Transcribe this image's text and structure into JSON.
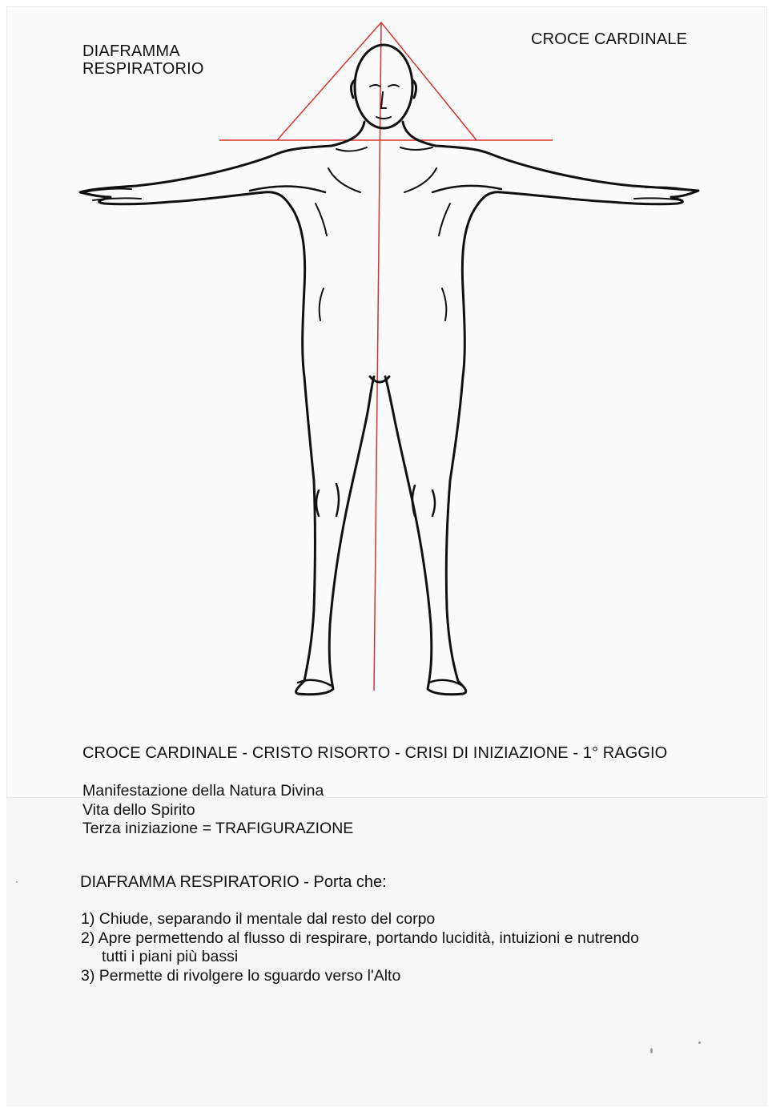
{
  "labels": {
    "top_left_line1": "DIAFRAMMA",
    "top_left_line2": "RESPIRATORIO",
    "top_right": "CROCE CARDINALE"
  },
  "heading": "CROCE CARDINALE - CRISTO RISORTO - CRISI DI INIZIAZIONE - 1° RAGGIO",
  "description": {
    "line1": "Manifestazione della Natura Divina",
    "line2": "Vita dello Spirito",
    "line3": "Terza iniziazione = TRAFIGURAZIONE"
  },
  "diaframma": {
    "title": "DIAFRAMMA RESPIRATORIO - Porta che:",
    "item1": "1) Chiude, separando il mentale dal resto del corpo",
    "item2a": "2) Apre permettendo al flusso di respirare, portando lucidità, intuizioni e nutrendo",
    "item2b": "tutti i piani più bassi",
    "item3": "3) Permette di rivolgere lo sguardo verso l'Alto"
  },
  "colors": {
    "guide_lines": "#d9312b",
    "figure_outline": "#111111",
    "paper": "#fbfbfb"
  }
}
